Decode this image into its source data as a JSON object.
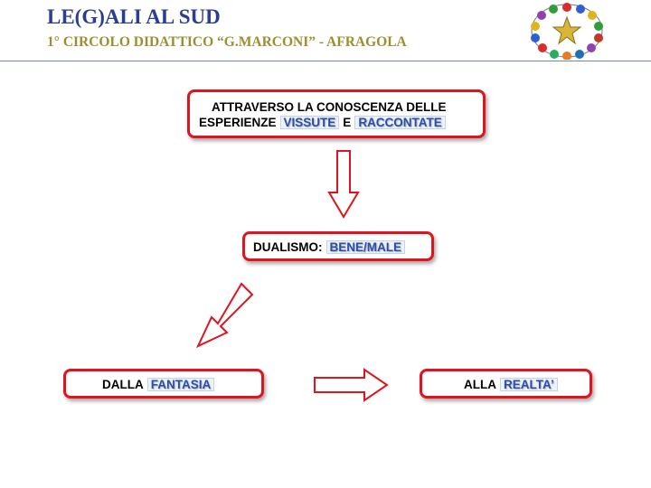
{
  "header": {
    "title": "LE(G)ALI AL SUD",
    "subtitle": "1° CIRCOLO DIDATTICO “G.MARCONI” - AFRAGOLA"
  },
  "diagram": {
    "box1": {
      "line1": "ATTRAVERSO LA CONOSCENZA DELLE",
      "line2_prefix": "ESPERIENZE",
      "highlight1": "VISSUTE",
      "conj": "E",
      "highlight2": "RACCONTATE"
    },
    "box2": {
      "prefix": "DUALISMO:",
      "highlight": "BENE/MALE"
    },
    "box3": {
      "prefix": "DALLA",
      "highlight": "FANTASIA"
    },
    "box4": {
      "prefix": "ALLA",
      "highlight": "REALTA’"
    }
  },
  "colors": {
    "accent": "#e0141e",
    "title": "#2a3f8f",
    "subtitle": "#9b8f2f",
    "highlight_text": "#2d4ea8"
  },
  "icons": {
    "logo": "european-stars-wreath-logo"
  }
}
